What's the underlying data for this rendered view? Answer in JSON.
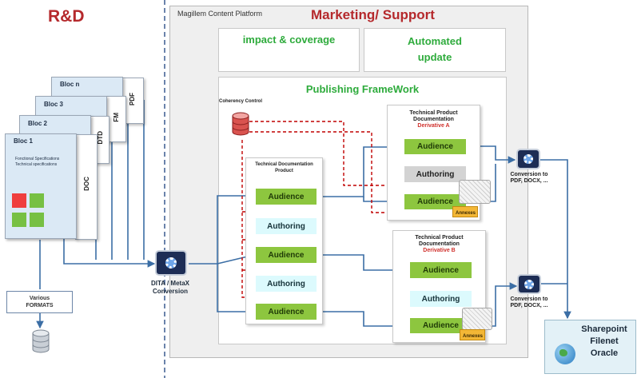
{
  "rd": {
    "title": "R&D"
  },
  "blocs": [
    {
      "name": "Bloc n",
      "side": "PDF"
    },
    {
      "name": "Bloc 3",
      "side": "FM"
    },
    {
      "name": "Bloc 2",
      "side": "DTD"
    },
    {
      "name": "Bloc 1",
      "side": "DOC",
      "line1": "Fonctional Specifications",
      "line2": "Technical specifications"
    }
  ],
  "formats": {
    "line1": "Various",
    "line2": "FORMATS"
  },
  "conversion_main": {
    "line1": "DITA / MetaX",
    "line2": "Conversion"
  },
  "platform": {
    "label": "Magillem Content Platform",
    "title": "Marketing/ Support"
  },
  "top_boxes": {
    "impact": "impact & coverage",
    "automated_line1": "Automated",
    "automated_line2": "update"
  },
  "framework": {
    "title": "Publishing FrameWork",
    "coherency": "Coherency Control"
  },
  "tdp": {
    "title_line1": "Technical Documentation",
    "title_line2": "Product",
    "items": [
      "Audience",
      "Authoring",
      "Audience",
      "Authoring",
      "Audience"
    ]
  },
  "derivA": {
    "title_line1": "Technical Product",
    "title_line2": "Documentation",
    "title_line3": "Derivative A",
    "items": [
      "Audience",
      "Authoring",
      "Audience"
    ],
    "annexes": "Annexes"
  },
  "derivB": {
    "title_line1": "Technical Product",
    "title_line2": "Documentation",
    "title_line3": "Derivative B",
    "items": [
      "Audience",
      "Authoring",
      "Audience"
    ],
    "annexes": "Annexes"
  },
  "conv1": {
    "line1": "Conversion to",
    "line2": "PDF, DOCX, ..."
  },
  "conv2": {
    "line1": "Conversion to",
    "line2": "PDF, DOCX, ..."
  },
  "sharepoint": {
    "line1": "Sharepoint",
    "line2": "Filenet",
    "line3": "Oracle"
  },
  "colors": {
    "green": "#8dc63f",
    "cyan": "#dcfafd",
    "red_title": "#b5292c",
    "green_text": "#2eab3c",
    "arrow": "#3b6ea5",
    "dash_red": "#c00000"
  }
}
